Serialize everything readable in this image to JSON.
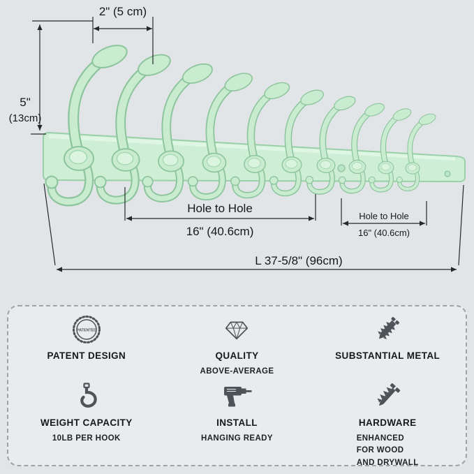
{
  "page": {
    "background": "#e1e5e8"
  },
  "rack": {
    "hook_count": 10,
    "color": "#c9ecd1",
    "outline": "#8cc49c"
  },
  "dimensions": {
    "top_width": "2\" (5 cm)",
    "height_in": "5\"",
    "height_cm": "(13cm)",
    "hole_to_hole_1_label": "Hole to Hole",
    "hole_to_hole_1_value": "16\" (40.6cm)",
    "hole_to_hole_2_label": "Hole to Hole",
    "hole_to_hole_2_value": "16\" (40.6cm)",
    "total_length": "L 37-5/8\" (96cm)"
  },
  "features": [
    {
      "icon": "patent-seal-icon",
      "badge_text": "PATENTED",
      "title": "PATENT DESIGN",
      "subtitle": ""
    },
    {
      "icon": "diamond-icon",
      "title": "QUALITY",
      "subtitle": "ABOVE-AVERAGE"
    },
    {
      "icon": "screw-icon",
      "title": "SUBSTANTIAL METAL",
      "subtitle": ""
    },
    {
      "icon": "crane-hook-icon",
      "title": "WEIGHT CAPACITY",
      "subtitle": "10LB PER HOOK"
    },
    {
      "icon": "drill-icon",
      "title": "INSTALL",
      "subtitle": "HANGING READY"
    },
    {
      "icon": "wall-anchor-icon",
      "title": "HARDWARE",
      "subtitle": "ENHANCED\nFOR WOOD\nAND DRYWALL"
    }
  ]
}
